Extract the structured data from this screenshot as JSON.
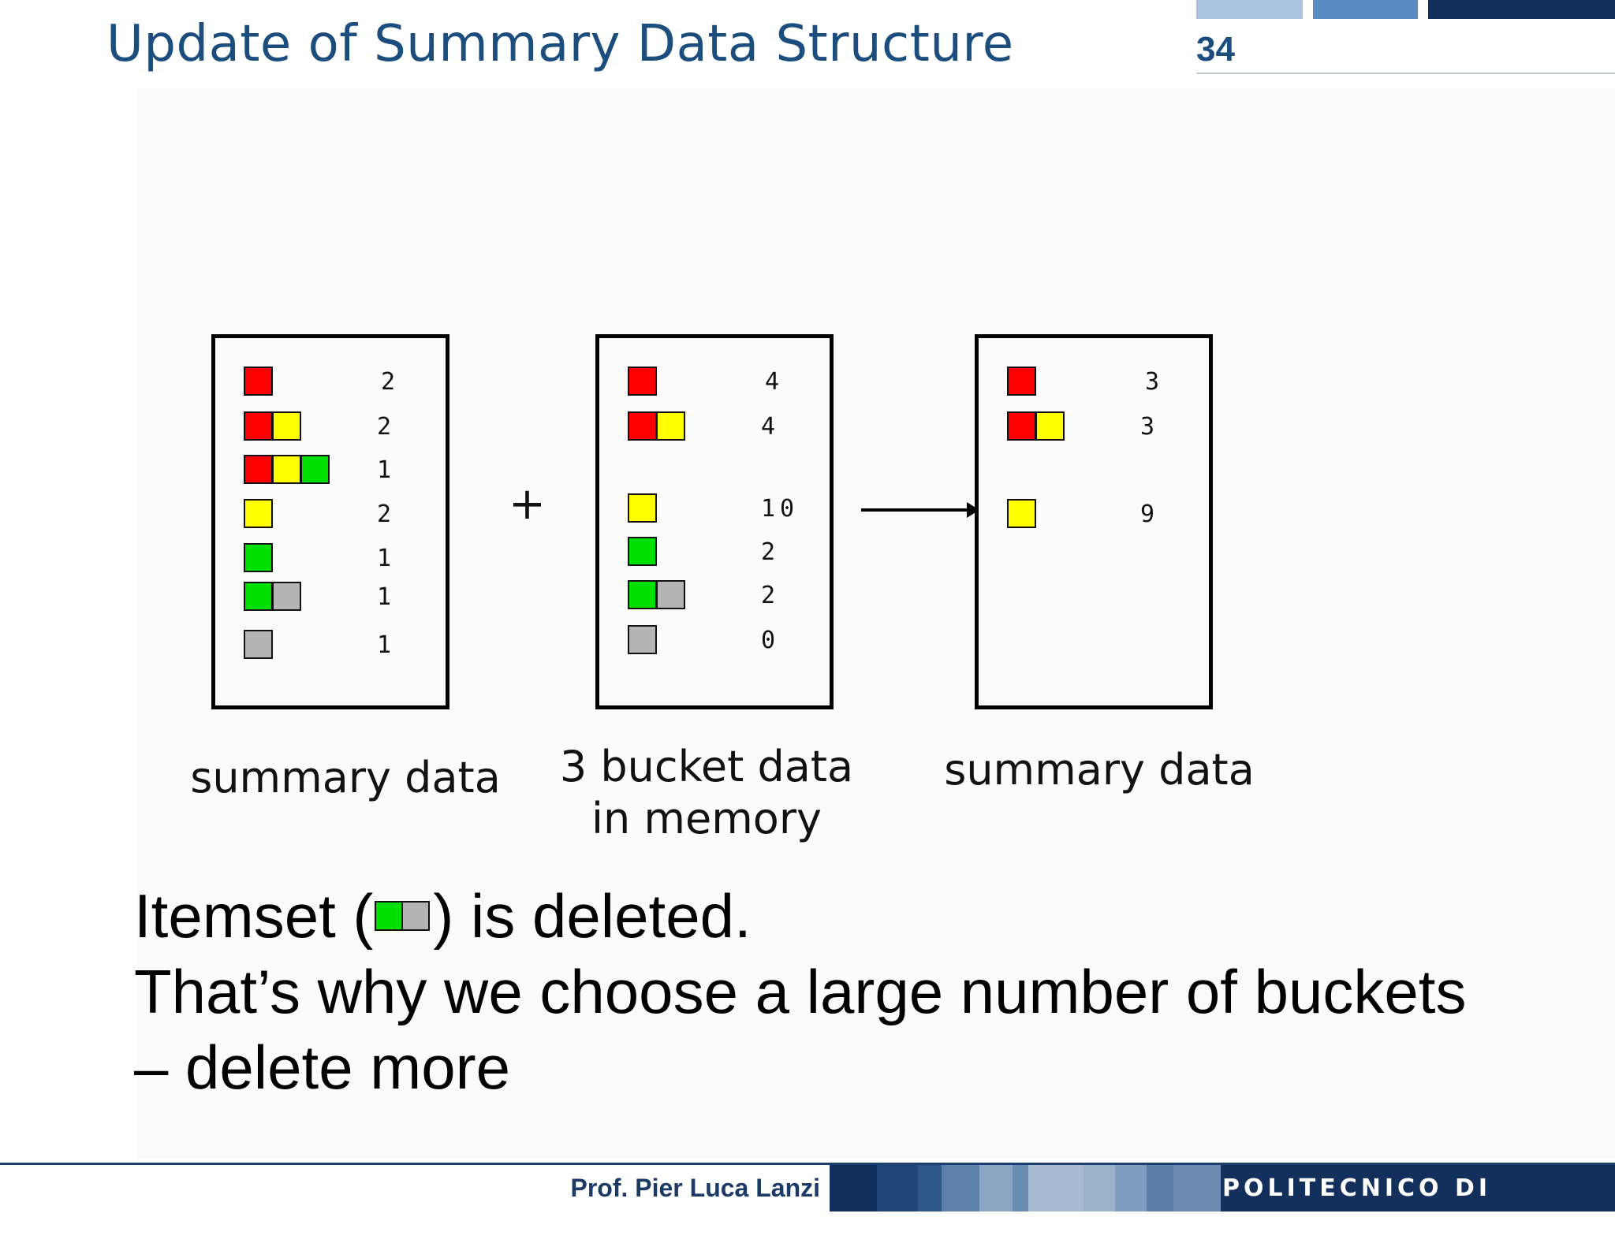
{
  "slide": {
    "title": "Update of Summary Data Structure",
    "page_number": "34"
  },
  "colors": {
    "red": "#ff0000",
    "yellow": "#ffff00",
    "green": "#00e000",
    "gray": "#b4b4b4",
    "title_blue": "#1b4d7e",
    "footer_navy": "#132f5c"
  },
  "panels": [
    {
      "caption": "summary data",
      "rows": [
        {
          "items": [
            "red"
          ],
          "count": "2"
        },
        {
          "items": [
            "red",
            "yellow"
          ],
          "count": "2"
        },
        {
          "items": [
            "red",
            "yellow",
            "green"
          ],
          "count": "1"
        },
        {
          "items": [
            "yellow"
          ],
          "count": "2"
        },
        {
          "items": [
            "green"
          ],
          "count": "1"
        },
        {
          "items": [
            "green",
            "gray"
          ],
          "count": "1"
        },
        {
          "items": [
            "gray"
          ],
          "count": "1"
        }
      ]
    },
    {
      "caption": "3 bucket data\nin memory",
      "rows": [
        {
          "items": [
            "red"
          ],
          "count": "4"
        },
        {
          "items": [
            "red",
            "yellow"
          ],
          "count": "4"
        },
        {
          "items": [
            "yellow"
          ],
          "count": "10"
        },
        {
          "items": [
            "green"
          ],
          "count": "2"
        },
        {
          "items": [
            "green",
            "gray"
          ],
          "count": "2"
        },
        {
          "items": [
            "gray"
          ],
          "count": "0"
        }
      ]
    },
    {
      "caption": "summary data",
      "rows": [
        {
          "items": [
            "red"
          ],
          "count": "3"
        },
        {
          "items": [
            "red",
            "yellow"
          ],
          "count": "3"
        },
        {
          "items": [
            "yellow"
          ],
          "count": "9"
        }
      ]
    }
  ],
  "operator": "+",
  "body": {
    "line1_prefix": "Itemset (",
    "line1_icon": [
      "green",
      "gray"
    ],
    "line1_suffix": ") is deleted.",
    "line2": "That’s why we choose a large number of buckets",
    "line3": "– delete more"
  },
  "footer": {
    "author": "Prof. Pier Luca Lanzi",
    "institution": "POLITECNICO DI MILANO"
  }
}
